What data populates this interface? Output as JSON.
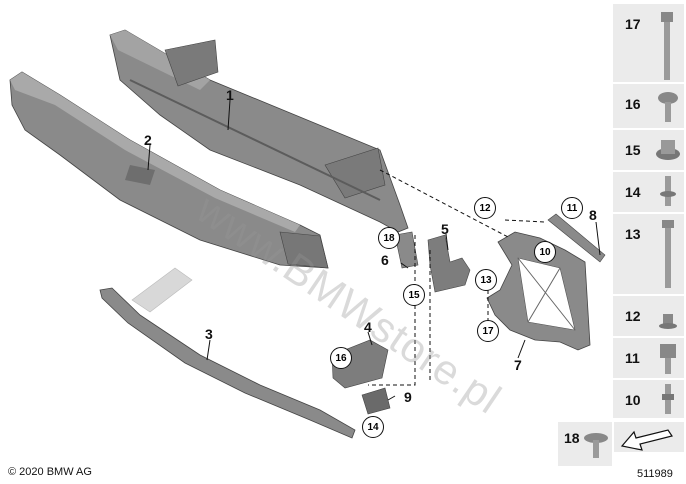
{
  "callouts": {
    "c1": "1",
    "c2": "2",
    "c3": "3",
    "c4": "4",
    "c5": "5",
    "c6": "6",
    "c7": "7",
    "c8": "8",
    "c9": "9"
  },
  "circled": {
    "a12": "12",
    "a11": "11",
    "a18": "18",
    "a10": "10",
    "a13": "13",
    "a15": "15",
    "a17": "17",
    "a16": "16",
    "a14": "14"
  },
  "legend": [
    "17",
    "16",
    "15",
    "14",
    "13",
    "12",
    "11",
    "10"
  ],
  "legend_bottom": "18",
  "copyright": "© 2020 BMW AG",
  "diagram_number": "511989",
  "watermark": "www.BMWstore.pl",
  "colors": {
    "panel": "#ebebeb",
    "part": "#8a8a8a",
    "part_dark": "#5c5c5c",
    "line": "#111111"
  }
}
